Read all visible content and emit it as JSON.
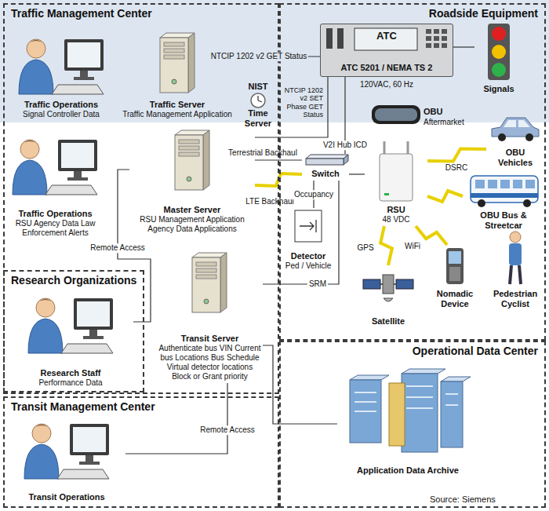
{
  "diagram": {
    "nodes": [
      {
        "text": [
          "Traffic Management Center"
        ]
      },
      {
        "text": [
          "Traffic Operations",
          "Signal Controller Data"
        ],
        "in": 0
      },
      {
        "text": [
          "Traffic Server",
          "Traffic Management Application"
        ],
        "in": 0
      },
      {
        "text": [
          "NIST",
          "Time Server"
        ],
        "in": 0
      },
      {
        "text": [
          "Traffic Operations",
          "RSU Agency Data Law Enforcement Alerts"
        ],
        "in": 0
      },
      {
        "text": [
          "Master Server",
          "RSU Management Application Agency Data Applications"
        ],
        "in": 0
      },
      {
        "text": [
          "Roadside Equipment"
        ]
      },
      {
        "text": [
          "ATC",
          "ATC 5201 / NEMA TS 2",
          "120VAC, 60 Hz"
        ],
        "in": 6
      },
      {
        "text": [
          "Signals"
        ],
        "in": 6
      },
      {
        "text": [
          "Switch"
        ],
        "in": 6
      },
      {
        "text": [
          "Detector",
          "Ped / Vehicle"
        ],
        "in": 6
      },
      {
        "text": [
          "RSU",
          "48 VDC"
        ],
        "in": 6
      },
      {
        "text": [
          "OBU",
          "Aftermarket"
        ],
        "in": 6
      },
      {
        "text": [
          "OBU Vehicles"
        ],
        "in": 6
      },
      {
        "text": [
          "OBU Bus & Streetcar"
        ],
        "in": 6
      },
      {
        "text": [
          "Nomadic Device"
        ],
        "in": 6
      },
      {
        "text": [
          "Pedestrian Cyclist"
        ],
        "in": 6
      },
      {
        "text": [
          "Satellite"
        ],
        "in": 6
      },
      {
        "text": [
          "Research Organizations"
        ]
      },
      {
        "text": [
          "Research Staff",
          "Performance Data"
        ],
        "in": 18
      },
      {
        "text": [
          "Transit Server",
          "Authenticate bus VIN Current bus Locations Bus Schedule Virtual detector locations Block or Grant priority"
        ],
        "in": 0
      },
      {
        "text": [
          "Transit Management Center"
        ]
      },
      {
        "text": [
          "Transit Operations"
        ],
        "in": 21
      },
      {
        "text": [
          "Operational Data Center"
        ]
      },
      {
        "text": [
          "Application Data Archive"
        ],
        "in": 23
      }
    ],
    "edges": [
      {
        "from": 2,
        "to": 7,
        "label": "NTCIP 1202 v2 GET Status",
        "arrow": "none"
      },
      {
        "from": 5,
        "to": 7,
        "label": "NTCIP 1202 v2 SET Phase GET Status",
        "arrow": "none"
      },
      {
        "from": 7,
        "to": 8,
        "arrow": "none"
      },
      {
        "from": 5,
        "to": 9,
        "label": "Terrestrial Backhaul",
        "arrow": "none"
      },
      {
        "from": 5,
        "to": 9,
        "label": "LTE Backhaul",
        "arrow": "none"
      },
      {
        "from": 9,
        "to": 7,
        "label": "V2I Hub ICD",
        "arrow": "none"
      },
      {
        "from": 10,
        "to": 9,
        "label": "Occupancy",
        "arrow": "none"
      },
      {
        "from": 9,
        "to": 11,
        "arrow": "none"
      },
      {
        "from": 11,
        "to": 13,
        "label": "DSRC",
        "arrow": "none"
      },
      {
        "from": 11,
        "to": 14,
        "arrow": "none"
      },
      {
        "from": 11,
        "to": 15,
        "label": "WiFi",
        "arrow": "none"
      },
      {
        "from": 11,
        "to": 17,
        "label": "GPS",
        "arrow": "none"
      },
      {
        "from": 20,
        "to": 9,
        "label": "SRM",
        "arrow": "none"
      },
      {
        "from": 19,
        "to": 5,
        "label": "Remote Access",
        "arrow": "none"
      },
      {
        "from": 22,
        "to": 20,
        "label": "Remote Access",
        "arrow": "none"
      },
      {
        "from": 20,
        "to": 24,
        "arrow": "none"
      }
    ],
    "labels": [
      "Source: Siemens"
    ]
  }
}
